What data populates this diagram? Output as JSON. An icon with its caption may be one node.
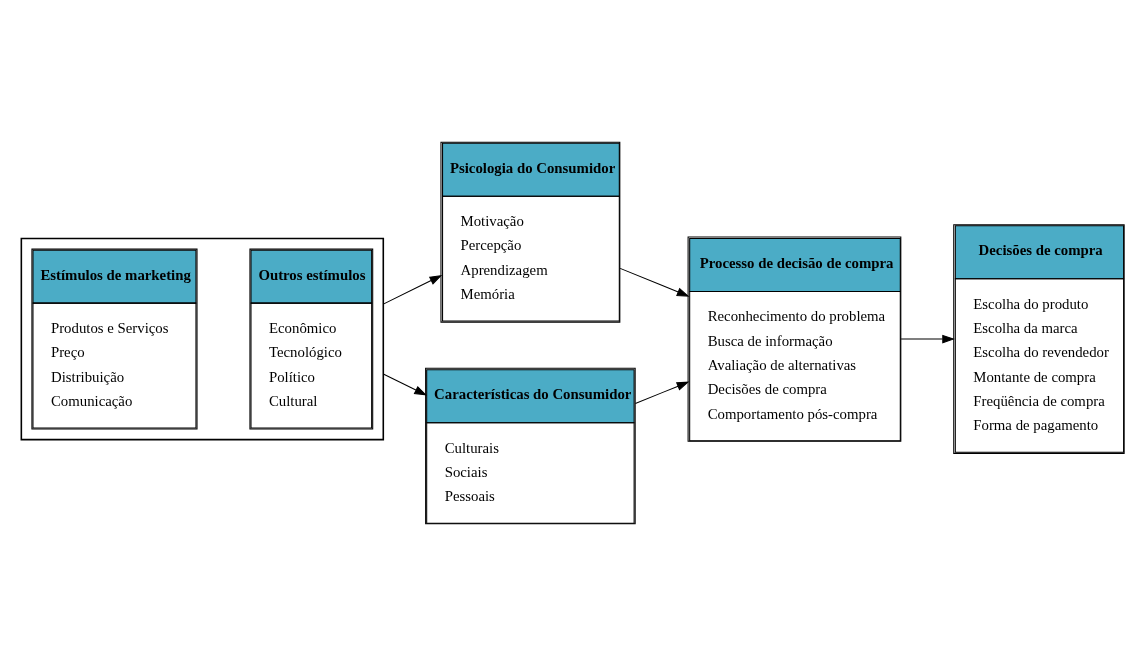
{
  "diagram": {
    "nodes": [
      {
        "text": [],
        "shape": "box"
      },
      {
        "text": [
          "Estímulos de marketing",
          "Produtos e Serviços",
          "Preço",
          "Distribuição",
          "Comunicação"
        ],
        "in": 0
      },
      {
        "text": [
          "Outros estímulos",
          "Econômico",
          "Tecnológico",
          "Político",
          "Cultural"
        ],
        "in": 0
      },
      {
        "text": [
          "Psicologia do Consumidor",
          "Motivação",
          "Percepção",
          "Aprendizagem",
          "Memória"
        ]
      },
      {
        "text": [
          "Características do Consumidor",
          "Culturais",
          "Sociais",
          "Pessoais"
        ]
      },
      {
        "text": [
          "Processo de decisão de compra",
          "Reconhecimento do problema",
          "Busca de informação",
          "Avaliação de alternativas",
          "Decisões de compra",
          "Comportamento pós-compra"
        ]
      },
      {
        "text": [
          "Decisões de compra",
          "Escolha do produto",
          "Escolha da marca",
          "Escolha do revendedor",
          "Montante de compra",
          "Freqüência de compra",
          "Forma de pagamento"
        ]
      }
    ],
    "edges": [
      {
        "from": 0,
        "to": 3,
        "arrow": "to"
      },
      {
        "from": 0,
        "to": 4,
        "arrow": "to"
      },
      {
        "from": 3,
        "to": 5,
        "arrow": "to"
      },
      {
        "from": 4,
        "to": 5,
        "arrow": "to"
      },
      {
        "from": 5,
        "to": 6,
        "arrow": "to"
      }
    ]
  }
}
